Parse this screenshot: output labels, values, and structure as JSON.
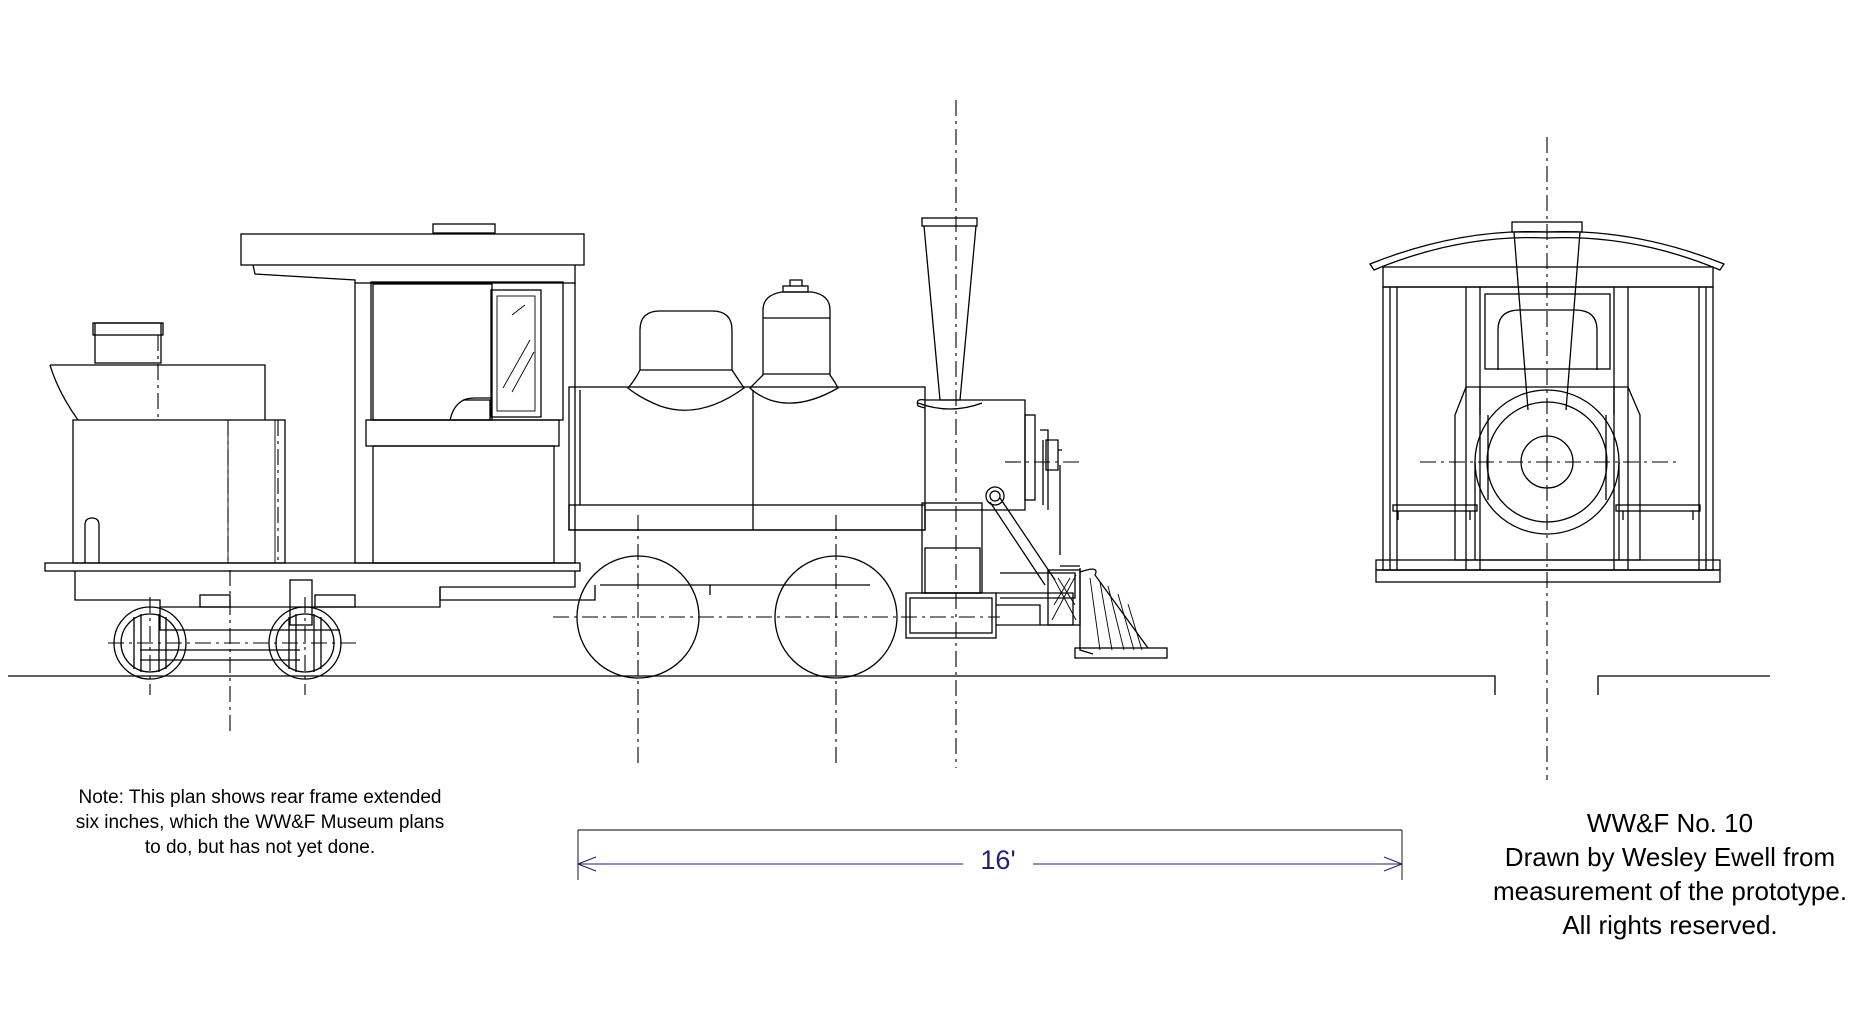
{
  "note": {
    "line1": "Note: This plan shows rear frame extended",
    "line2": "six inches, which the WW&F Museum plans",
    "line3": "to do, but has not yet done."
  },
  "dimension": {
    "label": "16'",
    "color": "#1f1f7a"
  },
  "credit": {
    "title": "WW&F No. 10",
    "line1": "Drawn by Wesley Ewell from",
    "line2": "measurement of the prototype.",
    "line3": "All rights reserved."
  },
  "colors": {
    "linework": "#000000",
    "background": "#ffffff",
    "dimension": "#1f1f7a"
  }
}
